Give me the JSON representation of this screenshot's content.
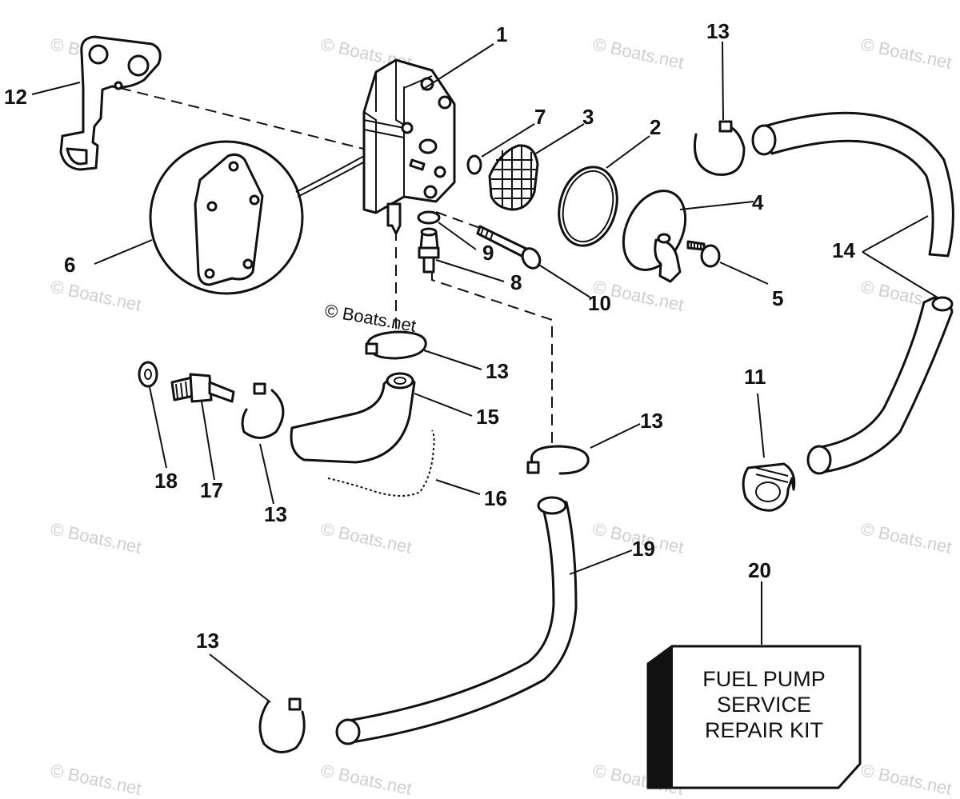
{
  "watermark": "© Boats.net",
  "main_watermark": "© Boats.net",
  "callouts": {
    "c1": "1",
    "c2": "2",
    "c3": "3",
    "c4": "4",
    "c5": "5",
    "c6": "6",
    "c7": "7",
    "c8": "8",
    "c9": "9",
    "c10": "10",
    "c11": "11",
    "c12": "12",
    "c13a": "13",
    "c13b": "13",
    "c13c": "13",
    "c13d": "13",
    "c13e": "13",
    "c14": "14",
    "c15": "15",
    "c16": "16",
    "c17": "17",
    "c18": "18",
    "c19": "19",
    "c20": "20"
  },
  "kit": {
    "line1": "FUEL PUMP",
    "line2": "SERVICE",
    "line3": "REPAIR KIT"
  }
}
